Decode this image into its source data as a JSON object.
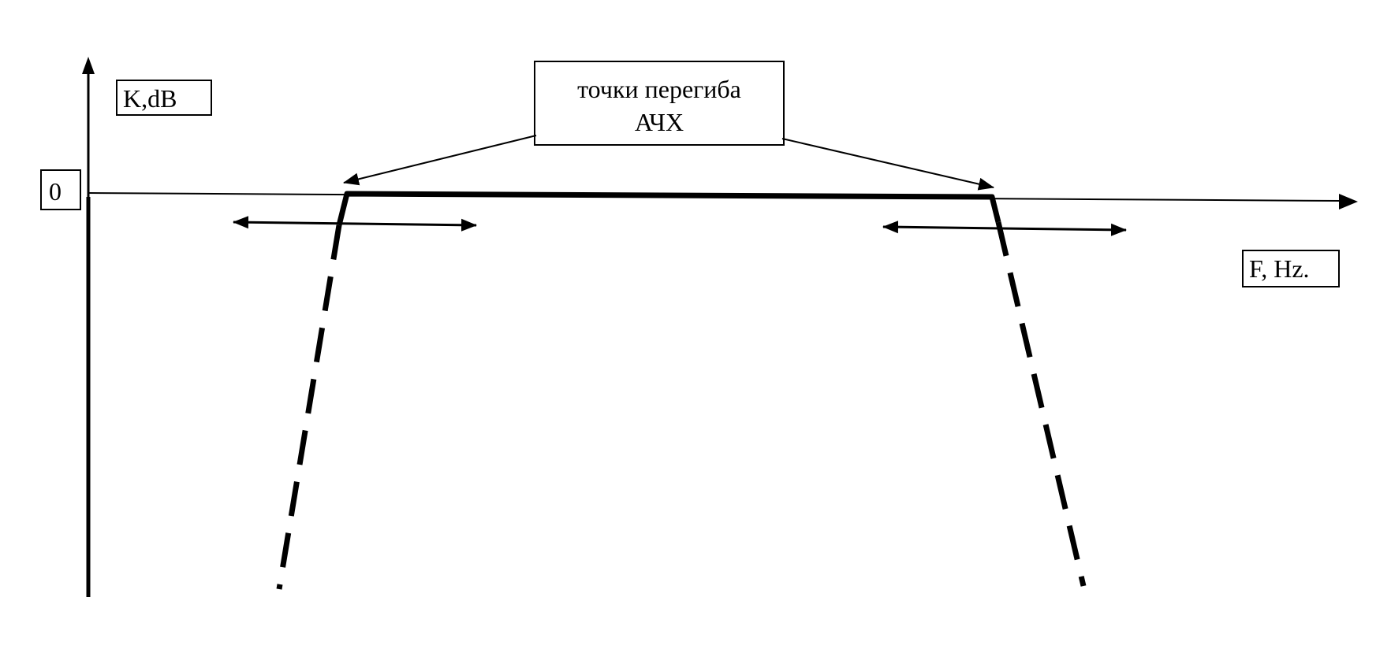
{
  "diagram": {
    "y_axis_label": "K,dB",
    "zero_label": "0",
    "x_axis_label": "F, Hz.",
    "callout": {
      "line1": "точки перегиба",
      "line2": "АЧХ"
    },
    "colors": {
      "ink": "#000000",
      "background": "#ffffff"
    }
  }
}
